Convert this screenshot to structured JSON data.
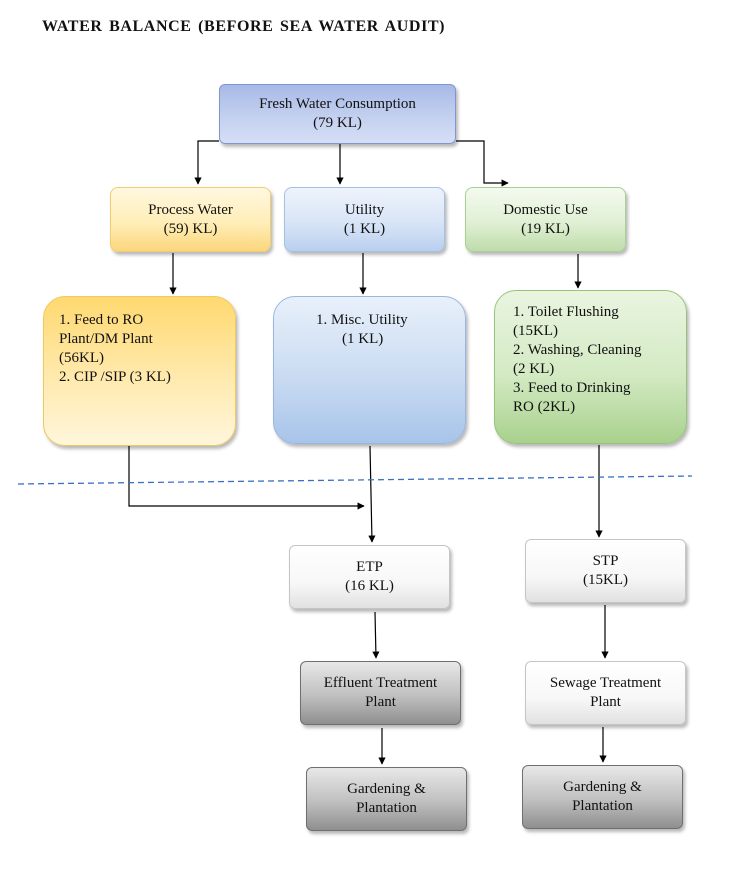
{
  "title": "WATER BALANCE  (BEFORE SEA WATER AUDIT)",
  "nodes": {
    "fresh_water": {
      "line1": "Fresh Water Consumption",
      "line2": "(79 KL)"
    },
    "process_water": {
      "line1": "Process Water",
      "line2": "(59) KL)"
    },
    "utility": {
      "line1": "Utility",
      "line2": "(1 KL)"
    },
    "domestic_use": {
      "line1": "Domestic Use",
      "line2": "(19 KL)"
    },
    "process_detail": {
      "lines": [
        "1. Feed to RO",
        "Plant/DM Plant",
        "(56KL)",
        "2. CIP /SIP  (3 KL)"
      ]
    },
    "utility_detail": {
      "lines": [
        "1.    Misc. Utility",
        "(1 KL)"
      ]
    },
    "domestic_detail": {
      "lines": [
        "1. Toilet Flushing",
        "(15KL)",
        "2. Washing, Cleaning",
        "(2 KL)",
        "3. Feed to Drinking",
        "RO (2KL)"
      ]
    },
    "etp": {
      "line1": "ETP",
      "line2": "(16 KL)"
    },
    "stp": {
      "line1": "STP",
      "line2": "(15KL)"
    },
    "effluent_plant": {
      "line1": "Effluent Treatment",
      "line2": "Plant"
    },
    "sewage_plant": {
      "line1": "Sewage Treatment",
      "line2": "Plant"
    },
    "gardening_etp": {
      "line1": "Gardening &",
      "line2": "Plantation"
    },
    "gardening_stp": {
      "line1": "Gardening &",
      "line2": "Plantation"
    }
  },
  "colors": {
    "fresh": "#b7c6ec",
    "process": "#ffe7a3",
    "utility": "#cddcf3",
    "domestic": "#d6eac7",
    "treatment": "#f2f2f2",
    "gardening": "#b3b3b3",
    "divider": "#3a6fc4"
  }
}
